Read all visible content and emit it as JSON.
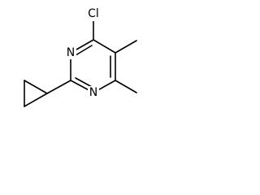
{
  "molecule": {
    "atoms": {
      "cl": "Cl",
      "n_top": "N",
      "n_bottom": "N"
    }
  }
}
